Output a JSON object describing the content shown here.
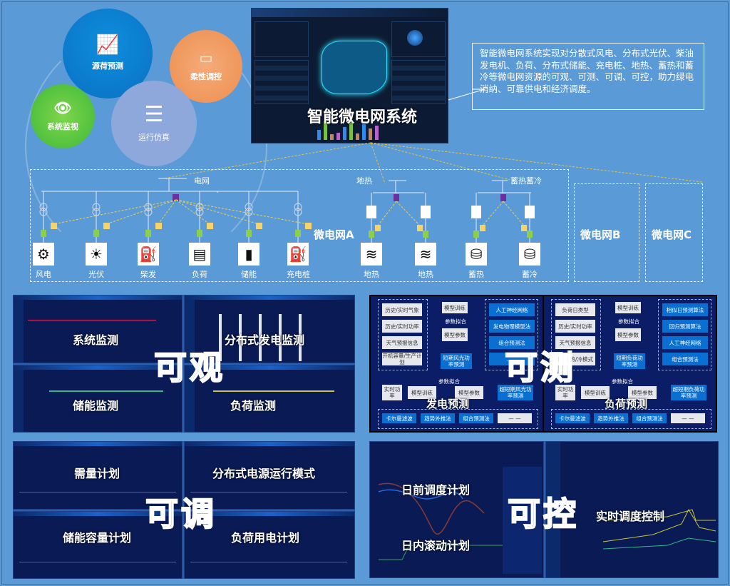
{
  "features": [
    {
      "label": "源荷预测",
      "icon": "forecast-chart-icon",
      "color": "#0a7fd0"
    },
    {
      "label": "柔性调控",
      "icon": "pulse-monitor-icon",
      "color": "#ef9758"
    },
    {
      "label": "系统监视",
      "icon": "eye-monitor-icon",
      "color": "#4cbf3e"
    },
    {
      "label": "运行仿真",
      "icon": "layers-icon",
      "color": "#8fa7da"
    }
  ],
  "system": {
    "title": "智能微电网系统",
    "description": "智能微电网系统实现对分散式风电、分布式光伏、柴油发电机、负荷、分布式储能、充电桩、地热、蓄热和蓄冷等微电网资源的可观、可测、可调、可控，助力绿电消纳、可靠供电和经济调度。"
  },
  "microgrid": {
    "name_a": "微电网A",
    "name_b": "微电网B",
    "name_c": "微电网C",
    "bus_grid": "电网",
    "bus_geo": "地热",
    "bus_storage": "蓄热蓄冷",
    "grid_devices": [
      {
        "label": "风电",
        "icon": "wind-turbine-icon"
      },
      {
        "label": "光伏",
        "icon": "solar-panel-icon"
      },
      {
        "label": "柴发",
        "icon": "diesel-generator-icon"
      },
      {
        "label": "负荷",
        "icon": "load-icon"
      },
      {
        "label": "储能",
        "icon": "battery-icon"
      },
      {
        "label": "充电桩",
        "icon": "charging-pile-icon"
      }
    ],
    "heat_devices": [
      {
        "label": "地热",
        "icon": "geothermal-icon"
      },
      {
        "label": "地热",
        "icon": "geothermal-icon"
      },
      {
        "label": "蓄热",
        "icon": "heat-tank-icon"
      },
      {
        "label": "蓄冷",
        "icon": "cold-tank-icon"
      }
    ]
  },
  "observe": {
    "big": "可观",
    "panels": [
      "系统监测",
      "分布式发电监测",
      "储能监测",
      "负荷监测"
    ]
  },
  "measure": {
    "big": "可测",
    "gen": {
      "title": "发电预测",
      "inputs": [
        "历史/实时气象",
        "历史/实时功率",
        "天气预报信息",
        "开机容量/生产计划"
      ],
      "methods": [
        "人工神经网络",
        "发电物理模型法",
        "组合预测法",
        "……"
      ],
      "train": "模型训练",
      "fit": "参数拟合",
      "params": "模型参数",
      "short": "短期风光功率预测",
      "rt": "实时功率",
      "ultra": "超短期风光功率预测",
      "algos": [
        "卡尔曼滤波",
        "趋势外推法",
        "组合预测法",
        "— —"
      ]
    },
    "load": {
      "title": "负荷预测",
      "inputs": [
        "负荷日类型",
        "历史/实时功率",
        "天气预报信息",
        "日照/热/冷模式"
      ],
      "methods": [
        "相似日预测算法",
        "回归预测算法",
        "人工神经网络",
        "组合预测法"
      ],
      "train": "模型训练",
      "fit": "参数拟合",
      "params": "模型参数",
      "short": "短期负荷功率预测",
      "rt": "实时功率",
      "ultra": "超短期负荷功率预测",
      "algos": [
        "卡尔曼滤波",
        "趋势外推法",
        "组合预测法",
        "— —"
      ]
    }
  },
  "adjust": {
    "big": "可调",
    "panels": [
      "需量计划",
      "分布式电源运行模式",
      "储能容量计划",
      "负荷用电计划"
    ]
  },
  "control": {
    "big": "可控",
    "panels": [
      "日前调度计划",
      "日内滚动计划",
      "实时调度控制"
    ]
  }
}
